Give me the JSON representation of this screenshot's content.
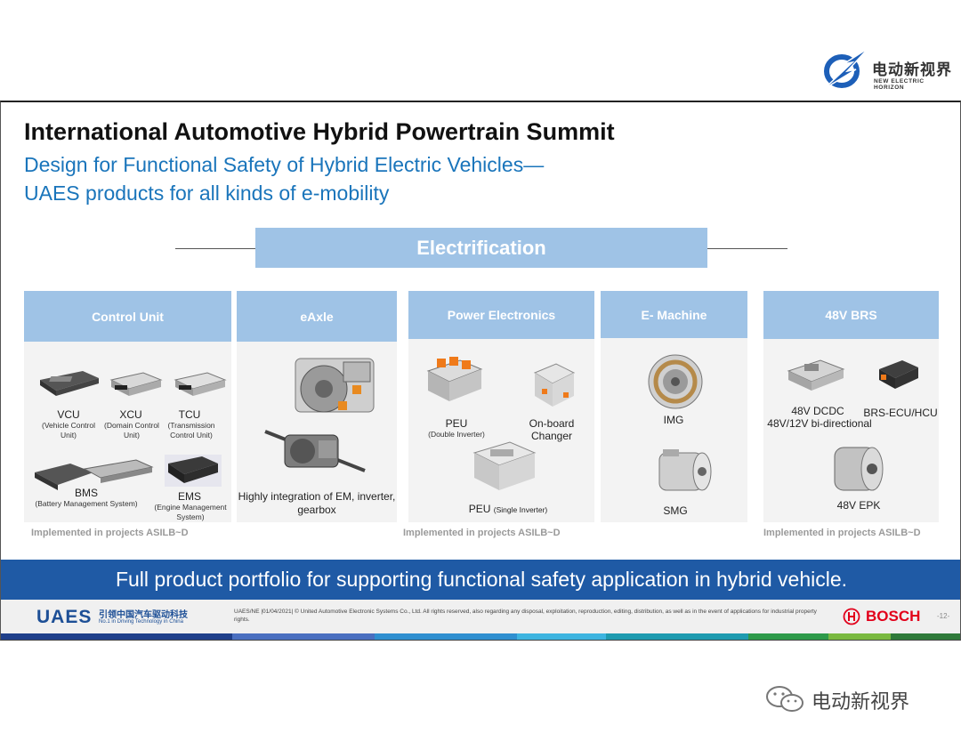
{
  "brand": {
    "name_cn": "电动新视界",
    "name_en": "NEW ELECTRIC HORIZON"
  },
  "slide": {
    "title": "International Automotive Hybrid Powertrain Summit",
    "subtitle_line1": "Design for Functional Safety of Hybrid Electric Vehicles—",
    "subtitle_line2": "UAES products for all kinds of e-mobility",
    "section": "Electrification",
    "columns": {
      "control_unit": {
        "header": "Control Unit",
        "vcu": "VCU",
        "vcu_desc": "(Vehicle Control Unit)",
        "xcu": "XCU",
        "xcu_desc": "(Domain Control Unit)",
        "tcu": "TCU",
        "tcu_desc": "(Transmission Control Unit)",
        "bms": "BMS",
        "bms_desc": "(Battery Management System)",
        "ems": "EMS",
        "ems_desc": "(Engine Management System)"
      },
      "eaxle": {
        "header": "eAxle",
        "desc": "Highly integration of EM, inverter, gearbox"
      },
      "power_electronics": {
        "header": "Power Electronics",
        "peu": "PEU",
        "peu_desc": "(Double Inverter)",
        "obc": "On-board Changer",
        "peu_single": "PEU",
        "peu_single_desc": "(Single Inverter)"
      },
      "e_machine": {
        "header": "E- Machine",
        "img": "IMG",
        "smg": "SMG"
      },
      "brs": {
        "header": "48V BRS",
        "dcdc": "48V DCDC",
        "dcdc_desc": "48V/12V bi-directional",
        "ecu": "BRS-ECU/HCU",
        "epk": "48V EPK"
      }
    },
    "implemented_label": "Implemented in projects ASILB~D",
    "banner": "Full product portfolio for supporting functional safety application in hybrid vehicle."
  },
  "footer": {
    "company": "UAES",
    "company_cn": "引领中国汽车驱动科技",
    "company_tagline": "No.1 in Driving Technology in China",
    "legal": "UAES/NE |01/04/2021| © United Automotive Electronic Systems Co., Ltd.  All rights reserved, also regarding any disposal, exploitation, reproduction, editing, distribution, as well as in the event of applications for industrial property rights.",
    "partner": "BOSCH",
    "page": "-12-"
  },
  "watermark": {
    "text": "电动新视界"
  },
  "icons": [
    "brand-logo-icon",
    "bosch-logo-icon",
    "wechat-watermark-icon"
  ],
  "colors": {
    "header_blue": "#9fc3e6",
    "banner_blue": "#1f5aa5",
    "subtitle_blue": "#1a75bb",
    "bosch_red": "#e2001a"
  }
}
